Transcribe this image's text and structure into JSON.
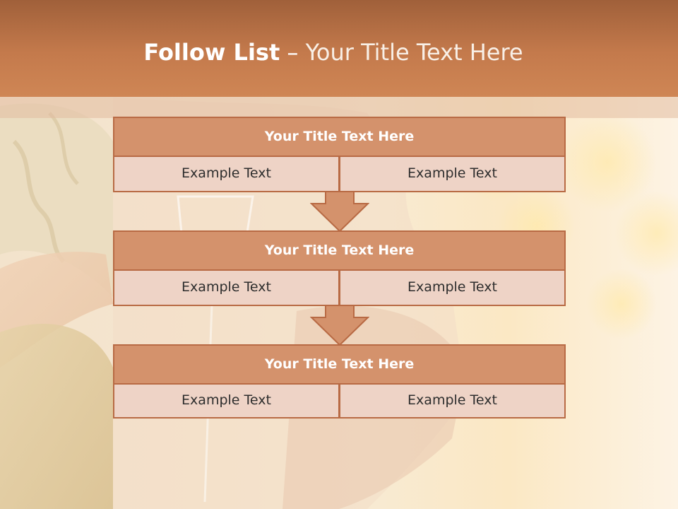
{
  "slide": {
    "title_bold": "Follow List",
    "title_sep": " – ",
    "title_rest": "Your Title Text Here"
  },
  "blocks": [
    {
      "title": "Your Title Text Here",
      "left_text": "Example Text",
      "right_text": "Example Text"
    },
    {
      "title": "Your Title Text Here",
      "left_text": "Example Text",
      "right_text": "Example Text"
    },
    {
      "title": "Your Title Text Here",
      "left_text": "Example Text",
      "right_text": "Example Text"
    }
  ],
  "colors": {
    "header": "#c47a4c",
    "block_title_fill": "#d4926c",
    "block_border": "#b86a44",
    "cell_fill": "#eed3c6",
    "arrow_fill": "#d4926c"
  },
  "icons": [
    "down-arrow-icon",
    "down-arrow-icon"
  ]
}
